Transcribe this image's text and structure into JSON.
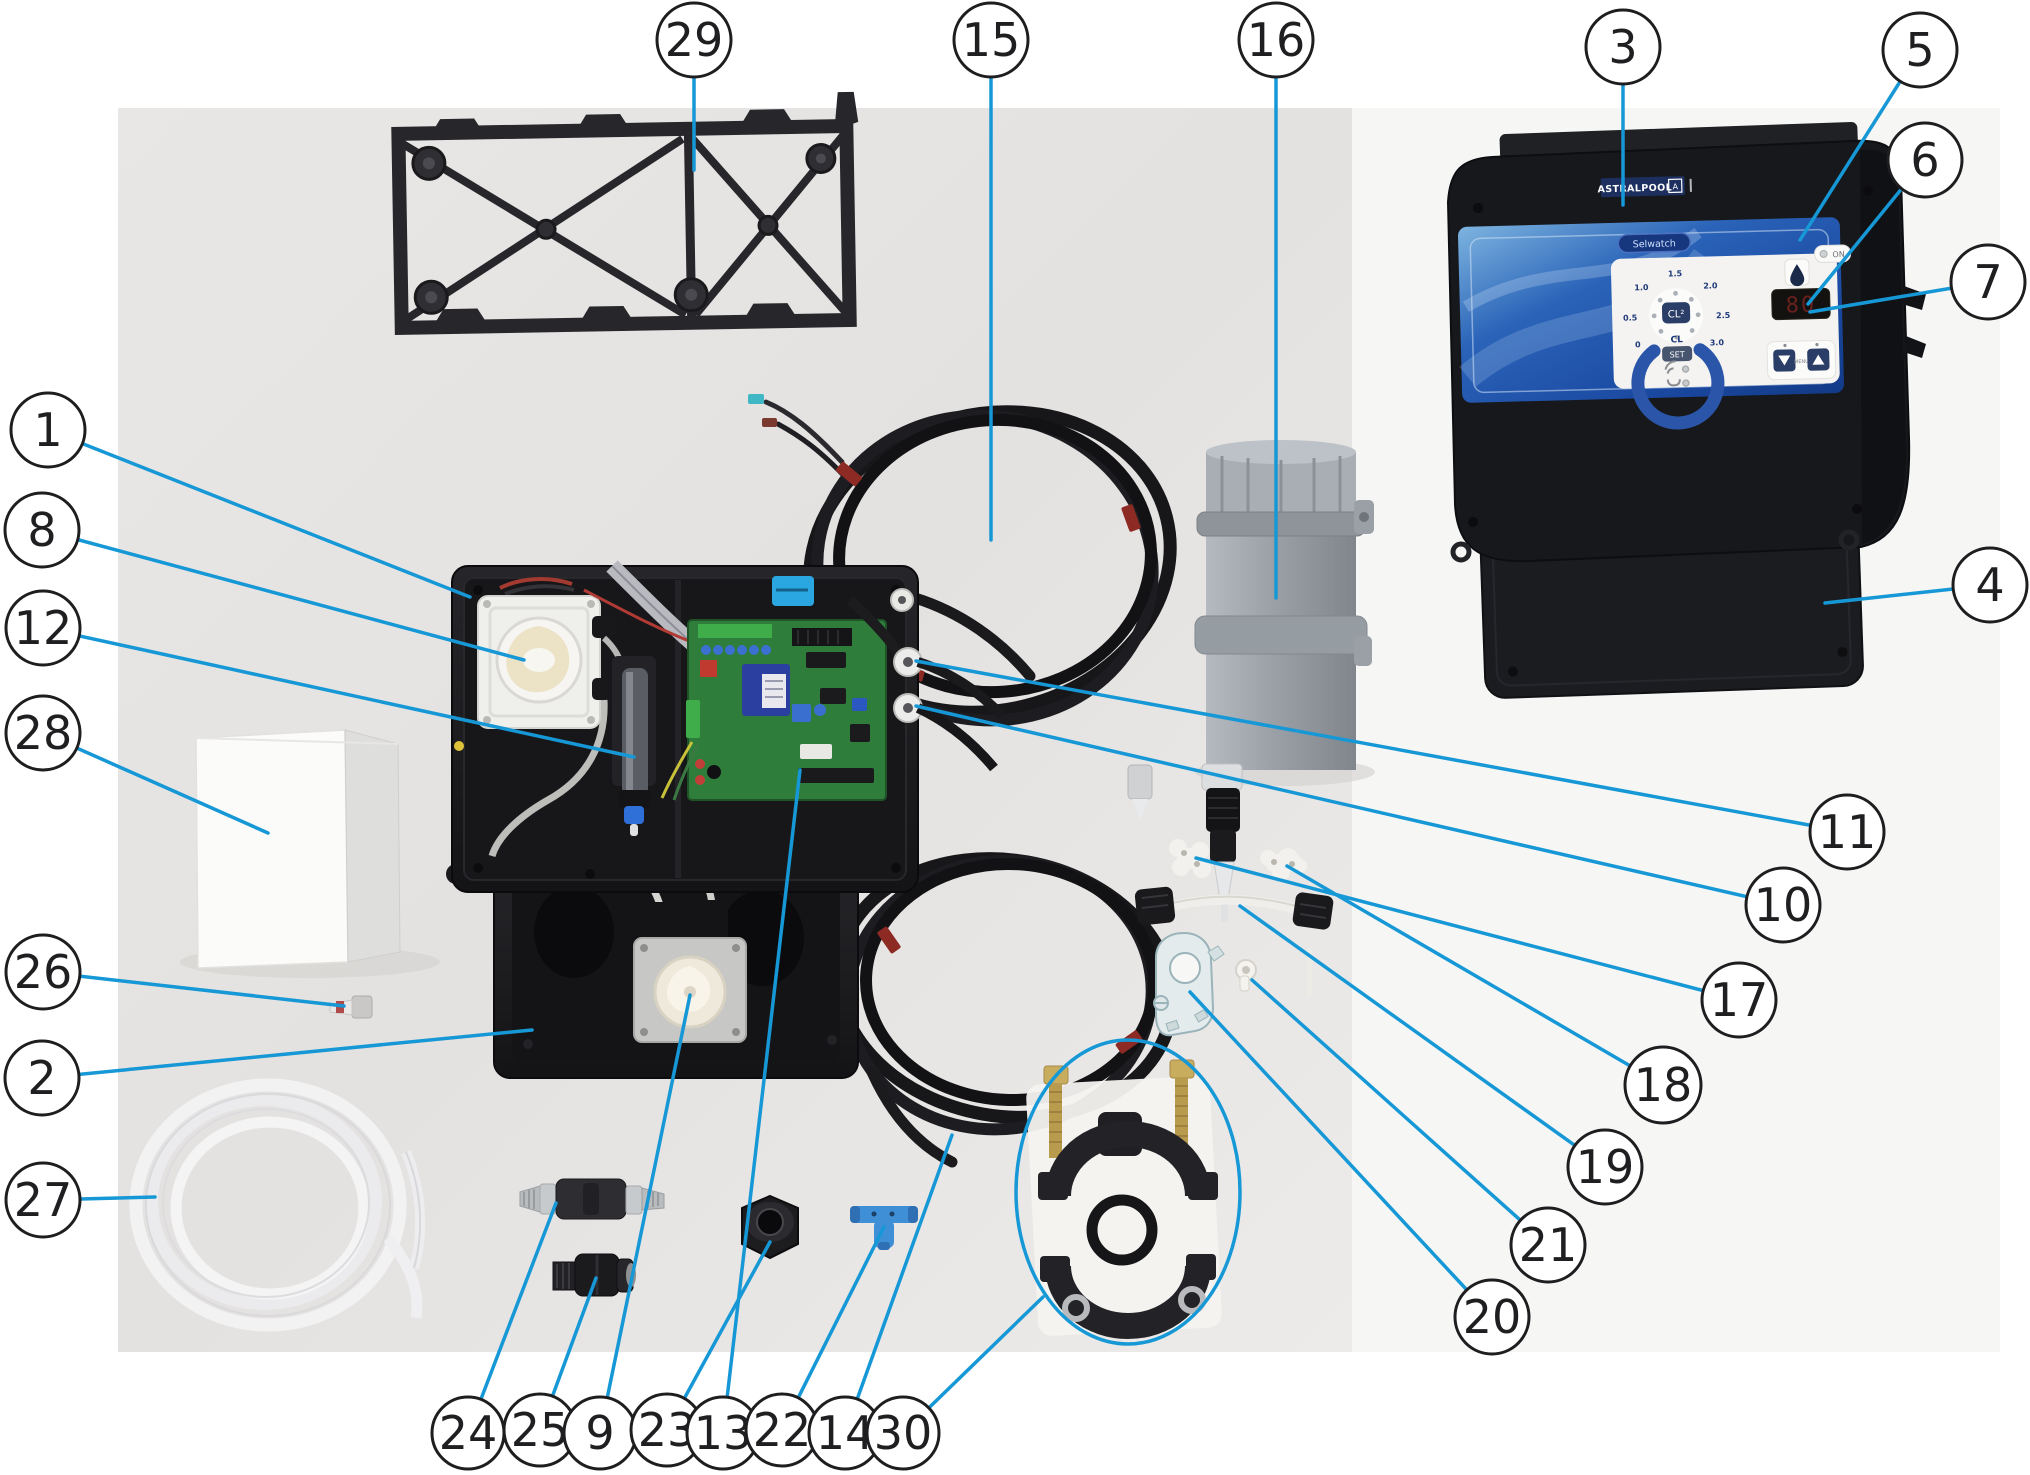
{
  "figure": {
    "accent_line_color": "#1798d6",
    "photo_background": "#e7e5e3",
    "callout_stroke": "#1e1e20"
  },
  "callouts": {
    "c1": "1",
    "c2": "2",
    "c3": "3",
    "c4": "4",
    "c5": "5",
    "c6": "6",
    "c7": "7",
    "c8": "8",
    "c9": "9",
    "c10": "10",
    "c11": "11",
    "c12": "12",
    "c13": "13",
    "c14": "14",
    "c15": "15",
    "c16": "16",
    "c17": "17",
    "c18": "18",
    "c19": "19",
    "c20": "20",
    "c21": "21",
    "c22": "22",
    "c23": "23",
    "c24": "24",
    "c25": "25",
    "c26": "26",
    "c27": "27",
    "c28": "28",
    "c29": "29",
    "c30": "30"
  },
  "panel": {
    "brand": "ASTRALPOOL",
    "logo_mark": "A",
    "model": "Selwatch",
    "on_label": "ON",
    "menu_label": "MENU",
    "dial_center": "CL²",
    "dial_sub": "CL",
    "set_label": "SET",
    "display_value": "80",
    "dial_labels": [
      "0",
      "0.5",
      "1.0",
      "1.5",
      "2.0",
      "2.5",
      "3.0"
    ]
  }
}
